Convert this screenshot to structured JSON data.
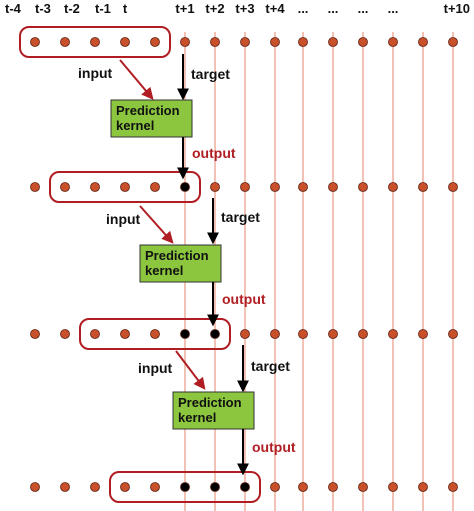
{
  "time_labels": [
    "t-4",
    "t-3",
    "t-2",
    "t-1",
    "t",
    "t+1",
    "t+2",
    "t+3",
    "t+4",
    "...",
    "...",
    "...",
    "...",
    "t+10"
  ],
  "colors": {
    "node_orange": "#c8502a",
    "node_black": "#000000",
    "guide_line": "#e89a84",
    "bracket": "#b01e23",
    "arrow_input": "#b01e23",
    "kernel_fill": "#8cc63f",
    "output_text": "#b01e23"
  },
  "stages": [
    {
      "input_label": "input",
      "target_label": "target",
      "kernel_line1": "Prediction",
      "kernel_line2": "kernel",
      "output_label": "output"
    },
    {
      "input_label": "input",
      "target_label": "target",
      "kernel_line1": "Prediction",
      "kernel_line2": "kernel",
      "output_label": "output"
    },
    {
      "input_label": "input",
      "target_label": "target",
      "kernel_line1": "Prediction",
      "kernel_line2": "kernel",
      "output_label": "output"
    }
  ],
  "rows": [
    {
      "black_nodes": 0,
      "window_start": 0,
      "window_size": 5
    },
    {
      "black_nodes": 1,
      "window_start": 1,
      "window_size": 5
    },
    {
      "black_nodes": 2,
      "window_start": 2,
      "window_size": 5
    },
    {
      "black_nodes": 3,
      "window_start": 3,
      "window_size": 5
    }
  ]
}
